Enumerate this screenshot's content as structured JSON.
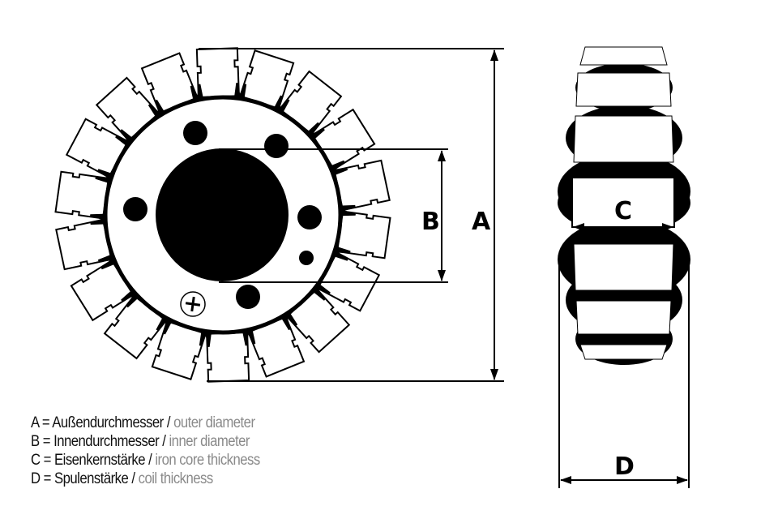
{
  "dimensions": {
    "A": "A",
    "B": "B",
    "C": "C",
    "D": "D"
  },
  "legend": [
    {
      "key": "A",
      "german": "A = Außendurchmesser /",
      "english": "outer diameter"
    },
    {
      "key": "B",
      "german": "B = Innendurchmesser /",
      "english": "inner diameter"
    },
    {
      "key": "C",
      "german": "C = Eisenkernstärke /",
      "english": "iron core thickness"
    },
    {
      "key": "D",
      "german": "D = Spulenstärke /",
      "english": "coil thickness"
    }
  ],
  "colors": {
    "ink": "#000000",
    "english_text": "#8a8a8a"
  }
}
